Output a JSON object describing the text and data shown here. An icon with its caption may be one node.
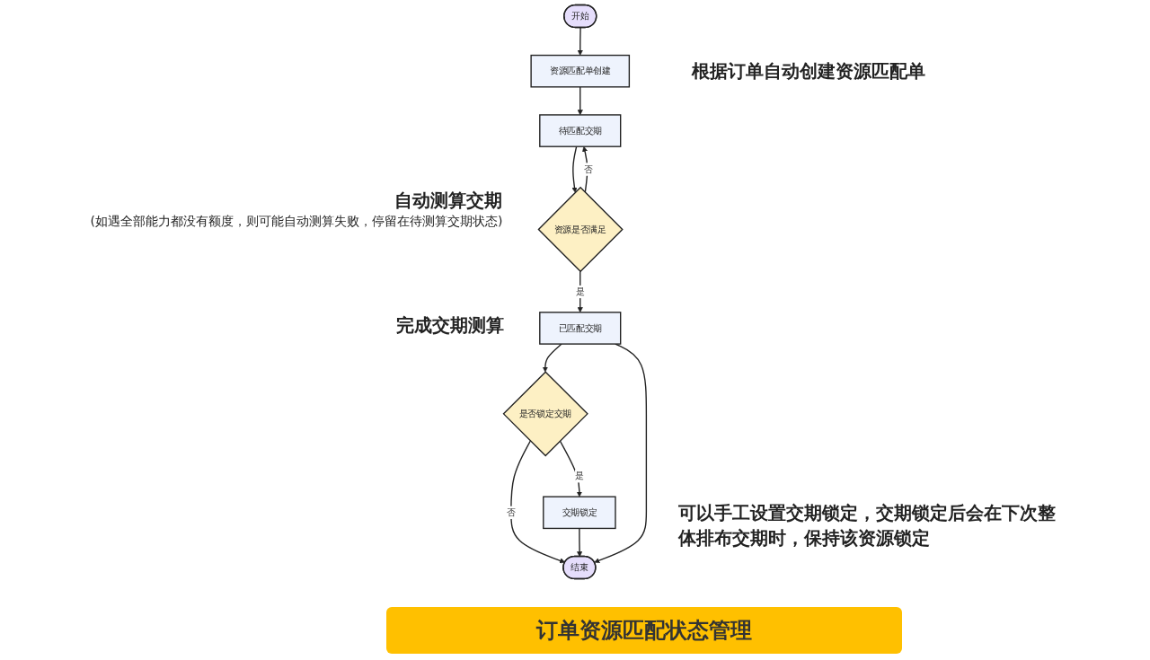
{
  "diagram": {
    "title": "订单资源匹配状态管理",
    "nodes": [
      {
        "text": [
          "开始"
        ]
      },
      {
        "text": [
          "资源匹配单创建"
        ],
        "beside": [
          "根据订单自动创建资源匹配单"
        ]
      },
      {
        "text": [
          "待匹配交期"
        ]
      },
      {
        "text": [
          "资源是否满足"
        ],
        "beside": [
          "自动测算交期",
          "(如遇全部能力都没有额度，则可能自动测算失败，停留在待测算交期状态)"
        ]
      },
      {
        "text": [
          "已匹配交期"
        ],
        "beside": [
          "完成交期测算"
        ]
      },
      {
        "text": [
          "是否锁定交期"
        ]
      },
      {
        "text": [
          "交期锁定"
        ],
        "beside": [
          "可以手工设置交期锁定，交期锁定后会在下次整体排布交期时，保持该资源锁定"
        ]
      },
      {
        "text": [
          "结束"
        ]
      }
    ],
    "edges": [
      {
        "from": 0,
        "to": 1,
        "arrow": "to"
      },
      {
        "from": 1,
        "to": 2,
        "arrow": "to"
      },
      {
        "from": 2,
        "to": 3,
        "arrow": "to"
      },
      {
        "from": 3,
        "to": 2,
        "arrow": "to",
        "label": "否"
      },
      {
        "from": 3,
        "to": 4,
        "arrow": "to",
        "label": "是"
      },
      {
        "from": 4,
        "to": 5,
        "arrow": "to"
      },
      {
        "from": 5,
        "to": 6,
        "arrow": "to",
        "label": "是"
      },
      {
        "from": 5,
        "to": 7,
        "arrow": "to",
        "label": "否"
      },
      {
        "from": 6,
        "to": 7,
        "arrow": "to"
      },
      {
        "from": 4,
        "to": 7,
        "arrow": "to"
      }
    ]
  }
}
